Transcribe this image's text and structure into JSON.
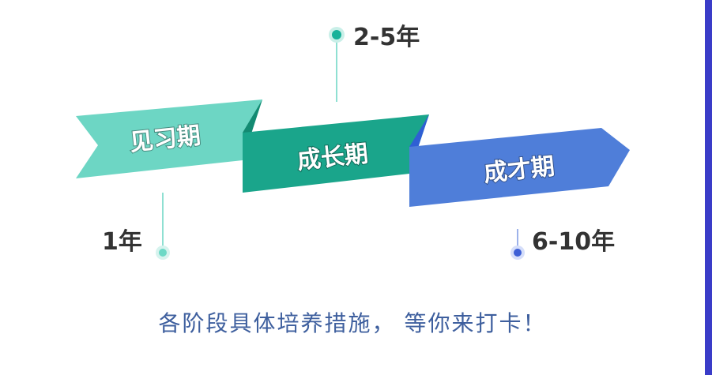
{
  "stages": [
    {
      "label": "见习期",
      "years": "1年",
      "color": "#6dd6c4"
    },
    {
      "label": "成长期",
      "years": "2-5年",
      "color": "#1aa58b"
    },
    {
      "label": "成才期",
      "years": "6-10年",
      "color": "#4f7ed9"
    }
  ],
  "caption": "各阶段具体培养措施，  等你来打卡！",
  "colors": {
    "ribbon_fold_1": "#138a72",
    "ribbon_fold_2": "#2f5fd4",
    "marker_teal": "#18b29a",
    "marker_light": "#6cd9c6",
    "marker_blue": "#3d5fd6",
    "side_bar": "#3a3cc8",
    "caption_text": "#3e5f9e",
    "year_text": "#333333"
  }
}
